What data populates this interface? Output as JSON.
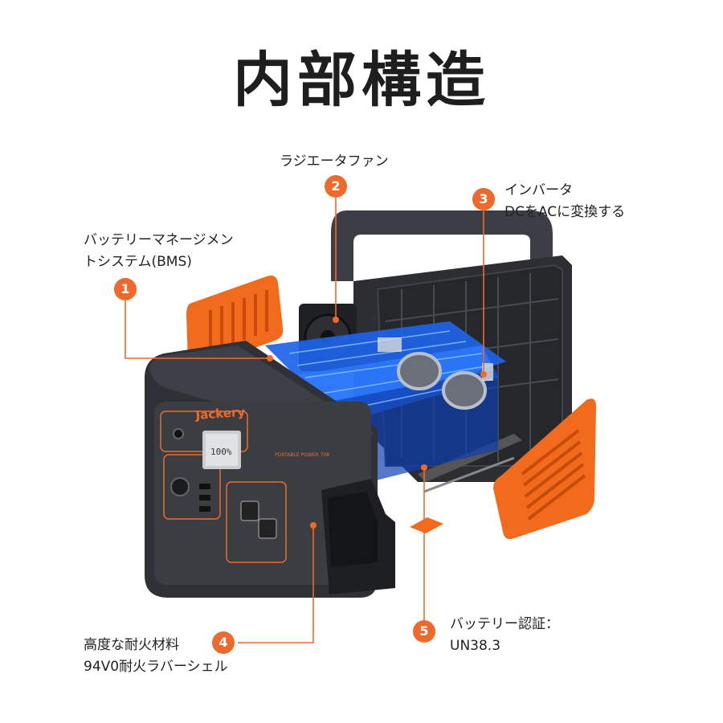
{
  "title": "内部構造",
  "callouts": [
    {
      "number": "1",
      "lines": [
        "バッテリーマネージメン",
        "トシステム(BMS)"
      ]
    },
    {
      "number": "2",
      "lines": [
        "ラジエータファン"
      ]
    },
    {
      "number": "3",
      "lines": [
        "インバータ",
        "DCをACに変換する"
      ]
    },
    {
      "number": "4",
      "lines": [
        "高度な耐火材料",
        "94V0耐火ラバーシェル"
      ]
    },
    {
      "number": "5",
      "lines": [
        "バッテリー認証：",
        "UN38.3"
      ]
    }
  ],
  "product": {
    "brand": "Jackery",
    "screen_reading": "100%",
    "side_tag": "PORTABLE POWER 708"
  },
  "colors": {
    "accent": "#ee6a2c",
    "shell_orange": "#f26a1b",
    "body_dark": "#3a3d42",
    "board_blue": "#1e63e8"
  }
}
